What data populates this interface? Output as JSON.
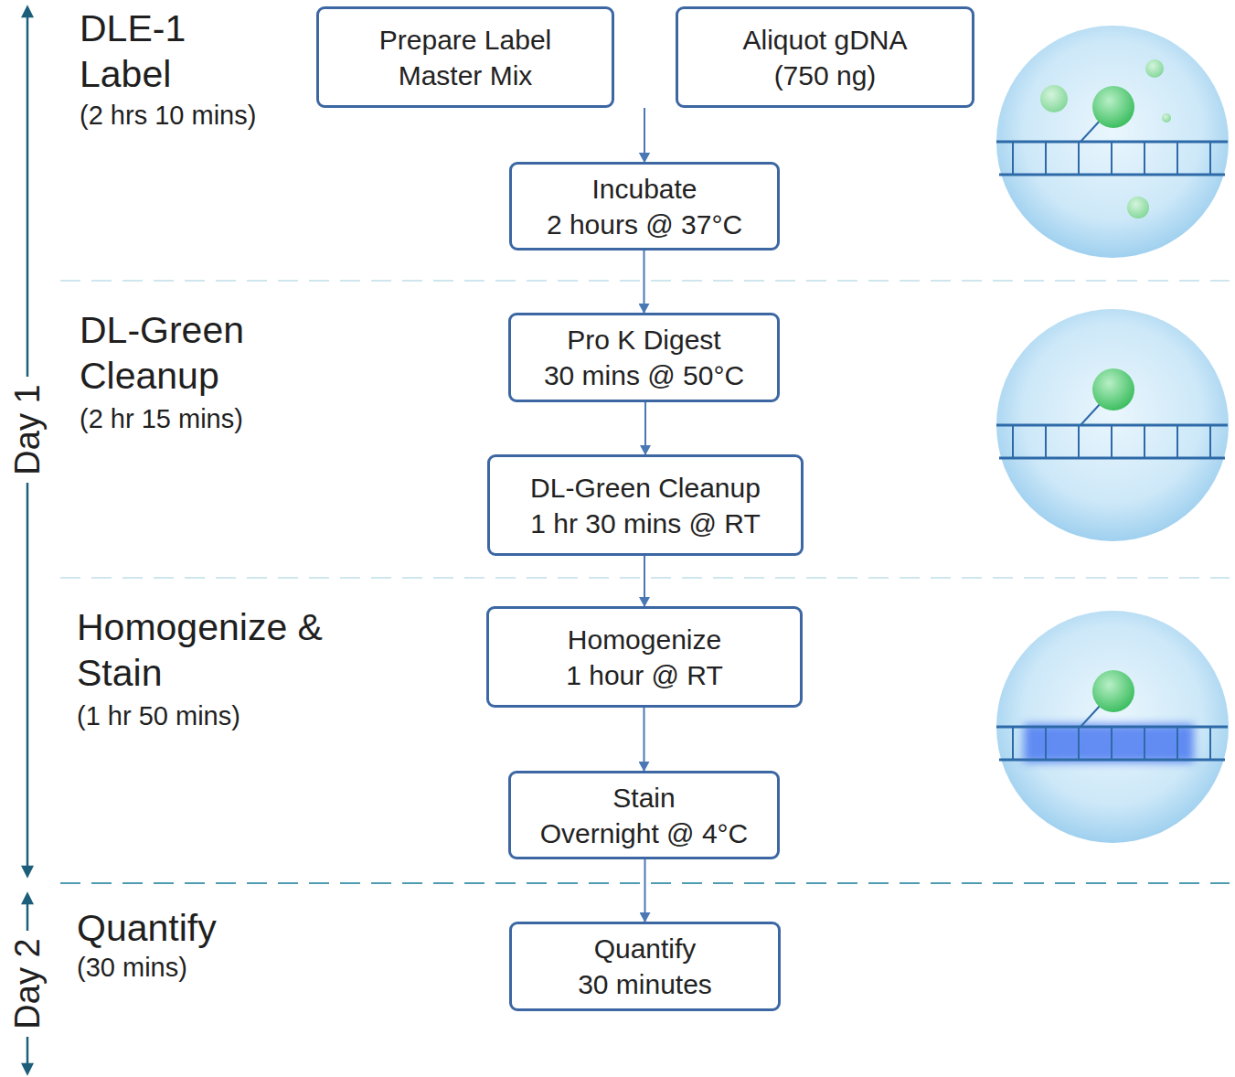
{
  "diagram": {
    "nodes": [
      {
        "text": [
          "Prepare Label",
          "Master Mix"
        ]
      },
      {
        "text": [
          "Aliquot gDNA",
          "(750 ng)"
        ]
      },
      {
        "text": [
          "Incubate",
          "2 hours @ 37°C"
        ]
      },
      {
        "text": [
          "Pro K Digest",
          "30 mins @ 50°C"
        ]
      },
      {
        "text": [
          "DL-Green Cleanup",
          "1 hr 30 mins @ RT"
        ]
      },
      {
        "text": [
          "Homogenize",
          "1 hour @ RT"
        ]
      },
      {
        "text": [
          "Stain",
          "Overnight @ 4°C"
        ]
      },
      {
        "text": [
          "Quantify",
          "30 minutes"
        ]
      }
    ],
    "edges": [
      {
        "from": 0,
        "to": 2,
        "arrow": "to"
      },
      {
        "from": 1,
        "to": 2,
        "arrow": "to"
      },
      {
        "from": 2,
        "to": 3,
        "arrow": "to"
      },
      {
        "from": 3,
        "to": 4,
        "arrow": "to"
      },
      {
        "from": 4,
        "to": 5,
        "arrow": "to"
      },
      {
        "from": 5,
        "to": 6,
        "arrow": "to"
      },
      {
        "from": 6,
        "to": 7,
        "arrow": "to"
      }
    ],
    "labels": [
      "DLE-1 Label",
      "(2 hrs 10 mins)",
      "DL-Green Cleanup",
      "(2 hr 15 mins)",
      "Homogenize & Stain",
      "(1 hr 50 mins)",
      "Quantify",
      "(30 mins)",
      "Day 1",
      "Day 2"
    ]
  }
}
